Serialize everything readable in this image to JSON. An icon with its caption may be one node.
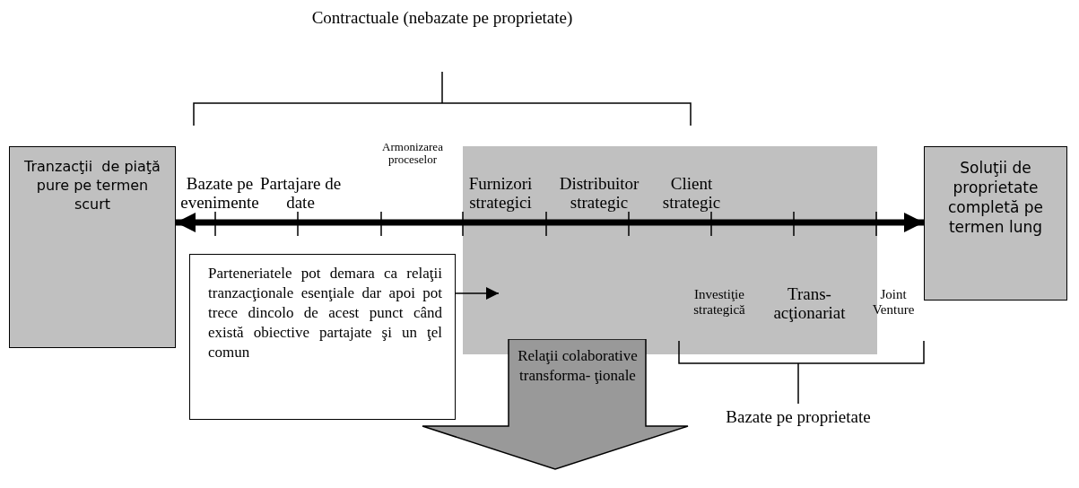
{
  "diagram": {
    "nodes": [
      {
        "text": [
          "Tranzacţii  de piaţă pure pe termen scurt"
        ]
      },
      {
        "text": [
          "Soluţii de proprietate completă pe termen lung"
        ]
      },
      {
        "text": [
          "Parteneriatele pot demara ca relaţii tranzacţionale esenţiale dar apoi pot trece dincolo de acest punct când există obiective partajate şi un ţel comun"
        ]
      },
      {
        "text": [
          "Relaţii colaborative transforma- ţionale"
        ]
      }
    ],
    "edges": [
      {
        "from": 1,
        "to": 0,
        "arrow": "both",
        "style": "thick"
      },
      {
        "from": 2,
        "to": null,
        "arrow": "to"
      }
    ],
    "labels": [
      "Contractuale (nebazate pe proprietate)",
      "Armonizarea proceselor",
      "Bazate pe evenimente",
      "Partajare de date",
      "Furnizori strategici",
      "Distribuitor strategic",
      "Client strategic",
      "Investiţie strategică",
      "Trans- acţionariat",
      "Joint Venture",
      "Bazate pe proprietate"
    ]
  }
}
